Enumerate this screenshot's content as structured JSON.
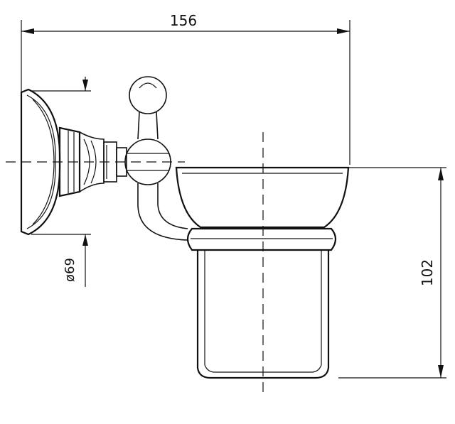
{
  "dimensions": {
    "width_label": "156",
    "height_label": "102",
    "diameter_label": "ø69"
  }
}
